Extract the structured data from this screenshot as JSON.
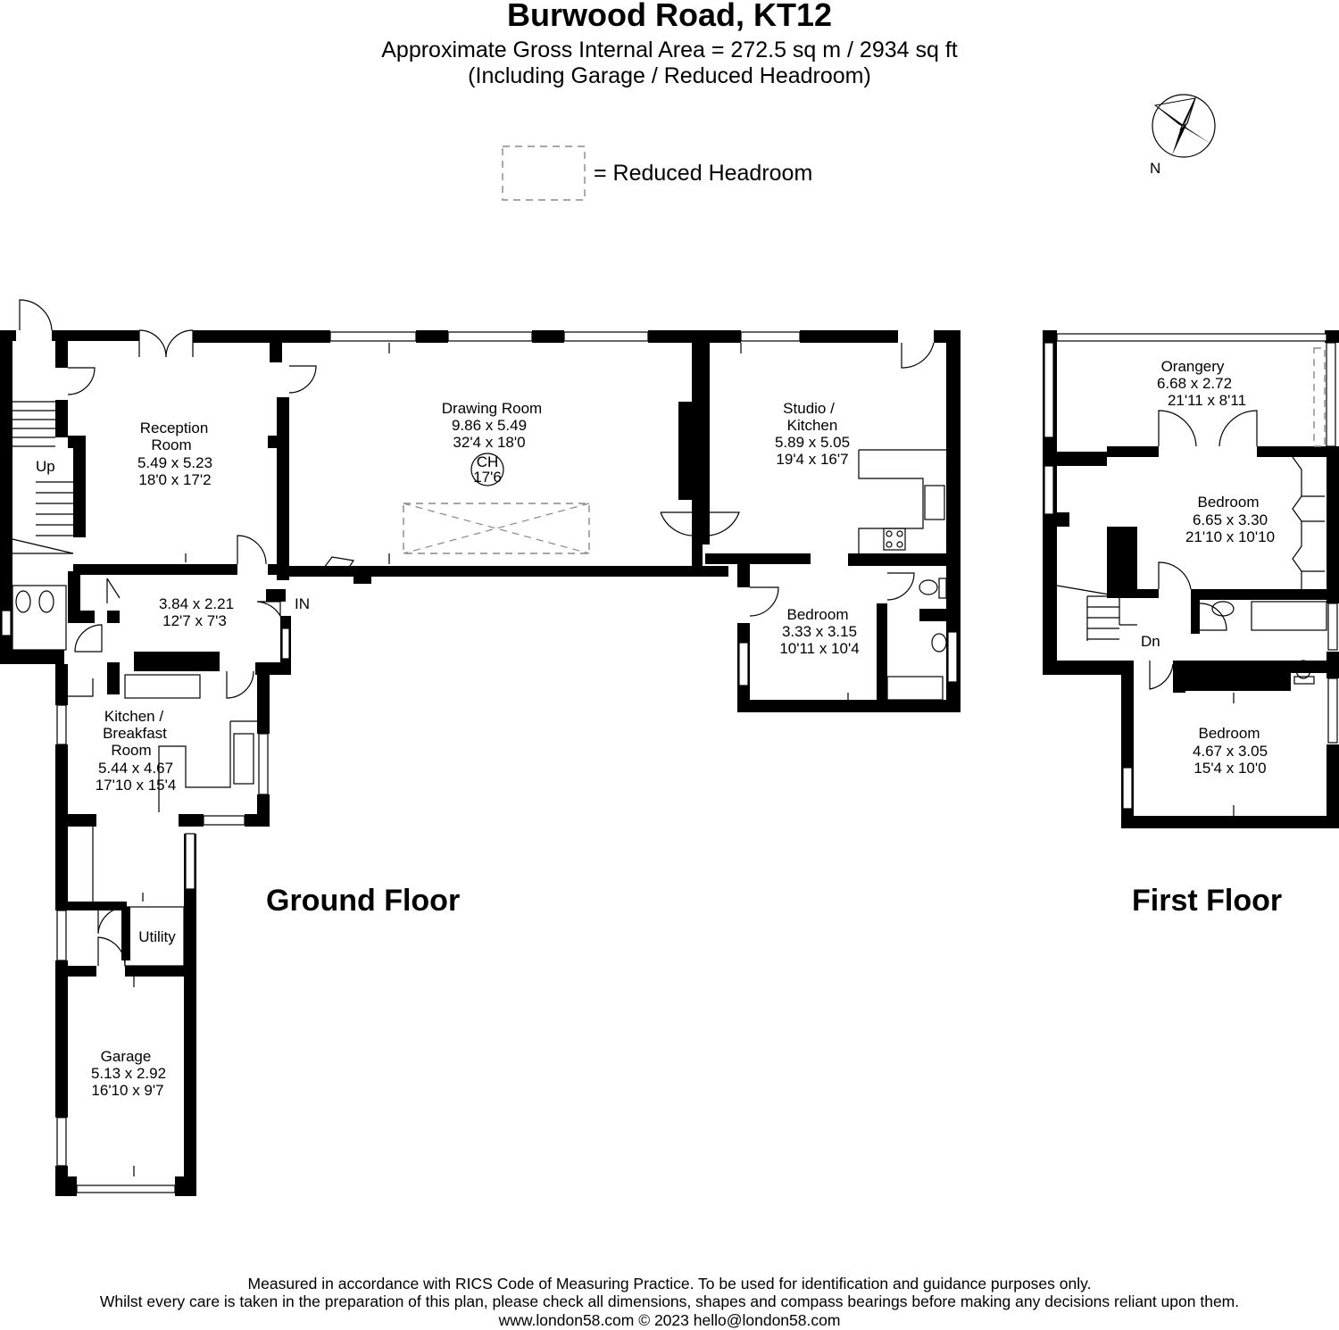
{
  "header": {
    "title": "Burwood Road, KT12",
    "area": "Approximate Gross Internal Area = 272.5 sq m / 2934 sq ft",
    "including": "(Including Garage / Reduced Headroom)"
  },
  "legend": {
    "reduced_headroom": "= Reduced Headroom"
  },
  "compass": {
    "label": "N",
    "icon": "compass-rose-icon"
  },
  "floors": {
    "ground": "Ground Floor",
    "first": "First Floor"
  },
  "rooms": {
    "reception": {
      "name1": "Reception",
      "name2": "Room",
      "metric": "5.49 x 5.23",
      "imperial": "18'0 x 17'2"
    },
    "drawing": {
      "name": "Drawing Room",
      "metric": "9.86 x 5.49",
      "imperial": "32'4 x 18'0",
      "ch": "CH",
      "ch_height": "17'6"
    },
    "studio": {
      "name1": "Studio /",
      "name2": "Kitchen",
      "metric": "5.89 x 5.05",
      "imperial": "19'4 x 16'7"
    },
    "ground_bedroom": {
      "name": "Bedroom",
      "metric": "3.33 x 3.15",
      "imperial": "10'11 x 10'4"
    },
    "hall": {
      "metric": "3.84 x 2.21",
      "imperial": "12'7 x 7'3",
      "entrance": "IN"
    },
    "kitchen_breakfast": {
      "name1": "Kitchen /",
      "name2": "Breakfast",
      "name3": "Room",
      "metric": "5.44 x 4.67",
      "imperial": "17'10 x 15'4"
    },
    "utility": {
      "name": "Utility"
    },
    "garage": {
      "name": "Garage",
      "metric": "5.13 x 2.92",
      "imperial": "16'10 x 9'7"
    },
    "stairs_up": "Up",
    "orangery": {
      "name": "Orangery",
      "metric": "6.68 x 2.72",
      "imperial": "21'11 x 8'11"
    },
    "first_bedroom1": {
      "name": "Bedroom",
      "metric": "6.65 x 3.30",
      "imperial": "21'10 x 10'10"
    },
    "first_bedroom2": {
      "name": "Bedroom",
      "metric": "4.67 x 3.05",
      "imperial": "15'4 x 10'0"
    },
    "stairs_down": "Dn"
  },
  "footer": {
    "line1": "Measured in accordance with RICS Code of Measuring Practice. To be used for identification and guidance purposes only.",
    "line2": "Whilst every care is taken in the preparation of this plan, please check all dimensions, shapes and compass bearings before making any decisions reliant upon them.",
    "line3": "www.london58.com © 2023 hello@london58.com"
  }
}
